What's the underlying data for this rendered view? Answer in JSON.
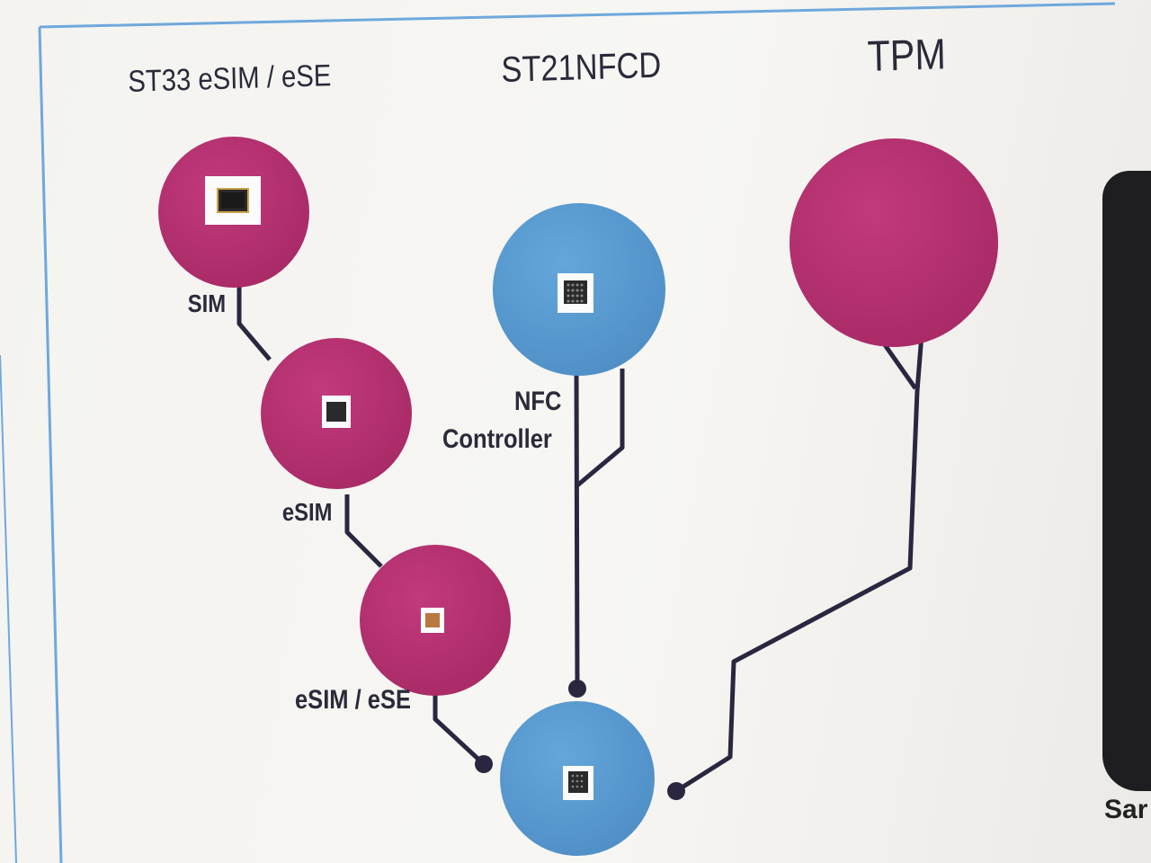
{
  "headings": {
    "st33": "ST33 eSIM / eSE",
    "st21": "ST21NFCD",
    "tpm": "TPM"
  },
  "labels": {
    "sim": "SIM",
    "esim": "eSIM",
    "esim_ese": "eSIM / eSE",
    "nfc_line1": "NFC",
    "nfc_line2": "Controller"
  },
  "device_text": "Sar",
  "colors": {
    "magenta": "#b5306f",
    "blue": "#5a9bd0",
    "line": "#2b2640",
    "frame": "#6fa8dc",
    "chip": "#2a2a2a"
  }
}
